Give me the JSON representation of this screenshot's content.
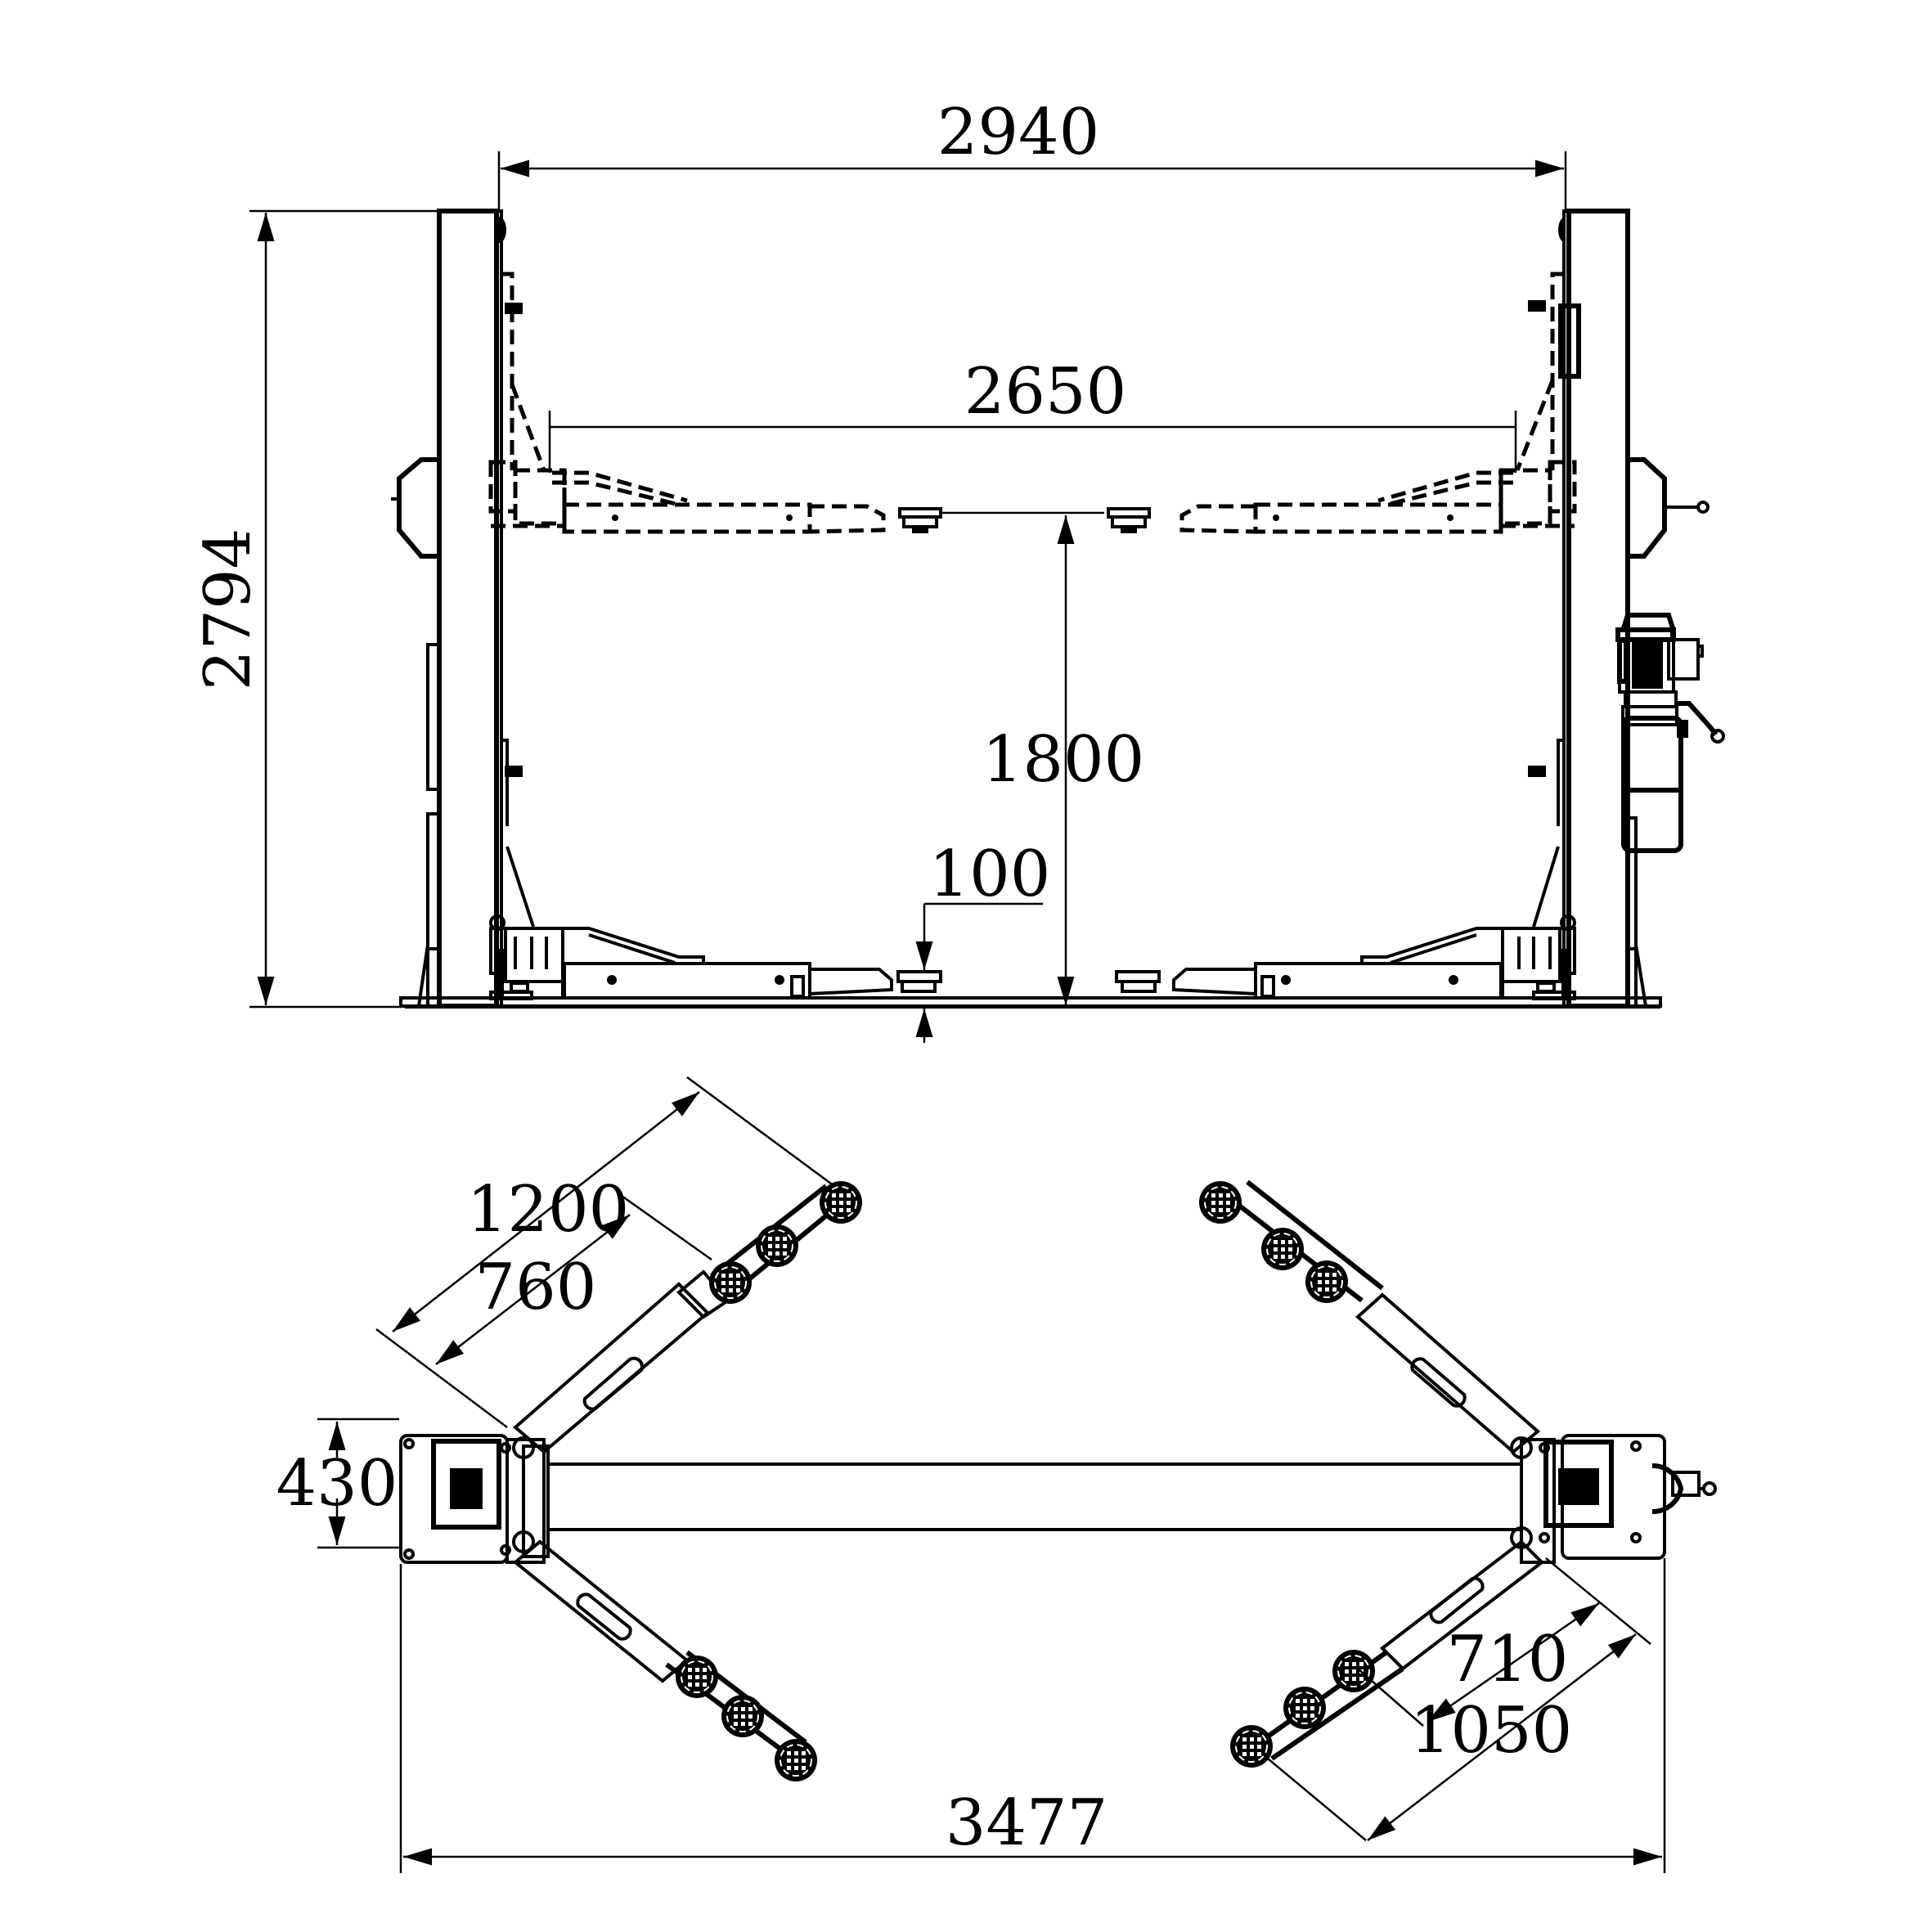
{
  "drawing": {
    "title": "Two-post lift dimensional drawing",
    "front_view": {
      "overall_width_label": "2940",
      "overall_height_label": "2794",
      "arm_span_label": "2650",
      "max_lift_height_label": "1800",
      "min_pad_height_label": "100"
    },
    "plan_view": {
      "arm_max_reach_label": "1200",
      "arm_min_reach_label": "760",
      "base_depth_label": "430",
      "short_arm_min_label": "710",
      "short_arm_max_label": "1050",
      "overall_length_label": "3477"
    },
    "colors": {
      "line": "#000000",
      "background": "#ffffff"
    }
  }
}
